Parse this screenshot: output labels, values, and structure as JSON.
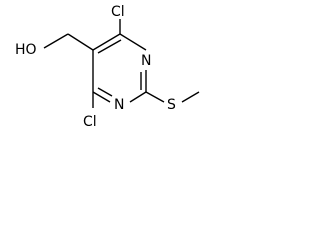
{
  "molecule": {
    "atoms": {
      "cl_top": "Cl",
      "cl_bottom": "Cl",
      "hydroxyl": "HO",
      "n_upper": "N",
      "n_lower": "N",
      "sulfur": "S"
    }
  }
}
